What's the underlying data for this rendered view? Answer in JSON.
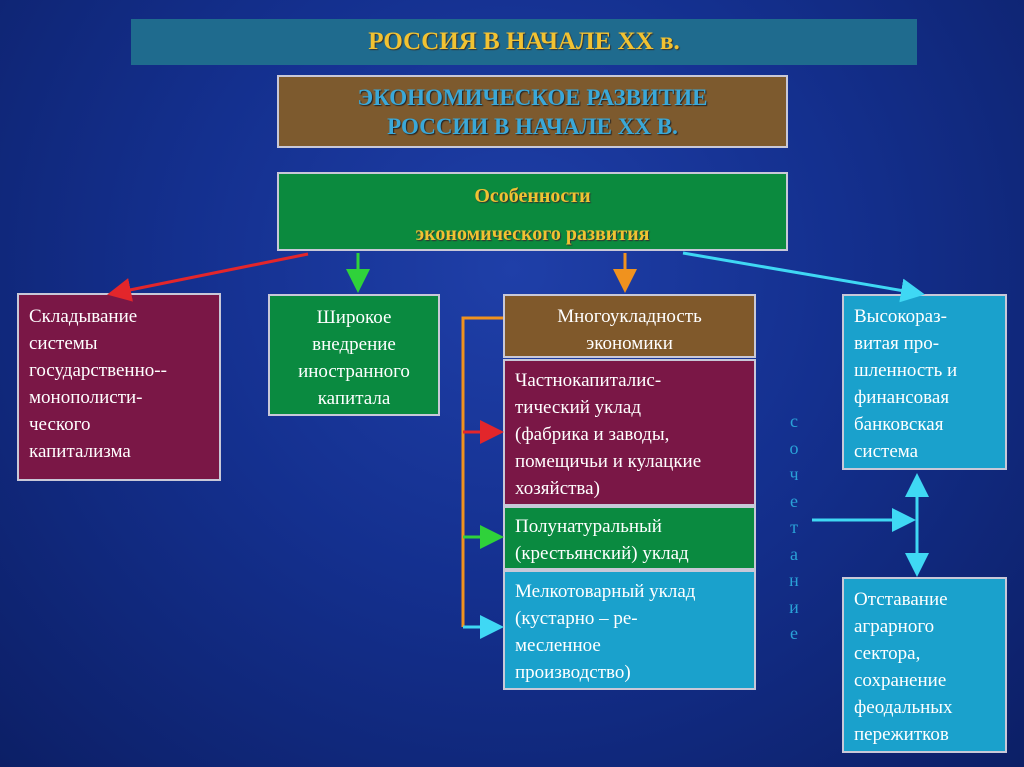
{
  "title": "РОССИЯ В НАЧАЛЕ XX в.",
  "subtitle": "ЭКОНОМИЧЕСКОЕ РАЗВИТИЕ\nРОССИИ В НАЧАЛЕ XX В.",
  "features": {
    "line1": "Особенности",
    "line2": "экономического развития"
  },
  "boxes": {
    "monopoly": "Складывание\nсистемы\nгосударственно--\nмонополисти-\nческого\nкапитализма",
    "foreign": "Широкое\nвнедрение\nиностранного\nкапитала",
    "multistructure": "Многоукладность\nэкономики",
    "private": "Частнокапиталис-\nтический уклад\n(фабрика и заводы,\nпомещичьи и кулацкие\nхозяйства)",
    "seminatural": "Полунатуральный\n(крестьянский) уклад",
    "smallcommodity": "Мелкотоварный уклад\n(кустарно – ре-\nмесленное\nпроизводство)",
    "industry": "Высокораз-\nвитая про-\nшленность и\nфинансовая\nбанковская\nсистема",
    "agrarian": "Отставание\nаграрного\nсектора,\nсохранение\nфеодальных\nпережитков"
  },
  "combination_letters": [
    "с",
    "о",
    "ч",
    "е",
    "т",
    "а",
    "н",
    "и",
    "е"
  ],
  "colors": {
    "title_text": "#f1c232",
    "subtitle_text": "#3aa8d8",
    "arrow_red": "#e3262b",
    "arrow_green": "#2fd23a",
    "arrow_orange": "#f0921e",
    "arrow_cyan": "#3fd8f4"
  }
}
